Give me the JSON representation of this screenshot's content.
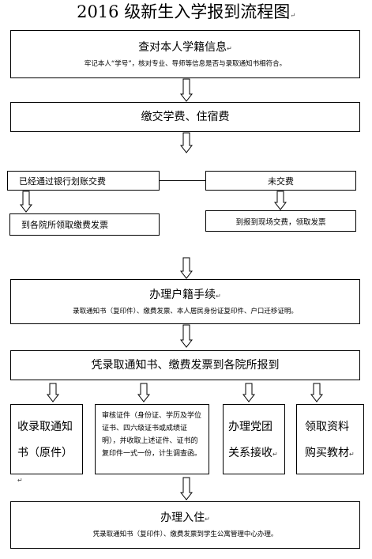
{
  "title": "2016 级新生入学报到流程图",
  "step1": {
    "title": "查对本人学籍信息",
    "note": "牢记本人“学号”，核对专业、导师等信息是否与录取通知书相符合。"
  },
  "step2": {
    "title": "缴交学费、住宿费"
  },
  "branch_paid": {
    "label": "已经通过银行划账交费",
    "next": "到各院所领取缴费发票"
  },
  "branch_unpaid": {
    "label": "未交费",
    "next": "到报到现场交费，领取发票"
  },
  "step3": {
    "title": "办理户籍手续",
    "note": "录取通知书（复印件）、缴费发票、本人居民身份证复印件、户口迁移证明"
  },
  "step4": {
    "title": "凭录取通知书、缴费发票到各院所报到"
  },
  "sub1": {
    "text": "收录取通知书（原件）"
  },
  "sub2": {
    "text": "审核证件（身份证、学历及学位证书、四六级证书或成绩证明），并收取上述证件、证书的复印件一式一份，计生调查函。"
  },
  "sub3": {
    "text": "办理党团关系接收"
  },
  "sub4": {
    "text": "领取资料购买教材"
  },
  "step5": {
    "title": "办理入住",
    "note": "凭录取通知书（复印件）、缴费发票到学生公寓管理中心办理"
  },
  "marks": {
    "return_mark": "↵",
    "period_mark": "。"
  }
}
